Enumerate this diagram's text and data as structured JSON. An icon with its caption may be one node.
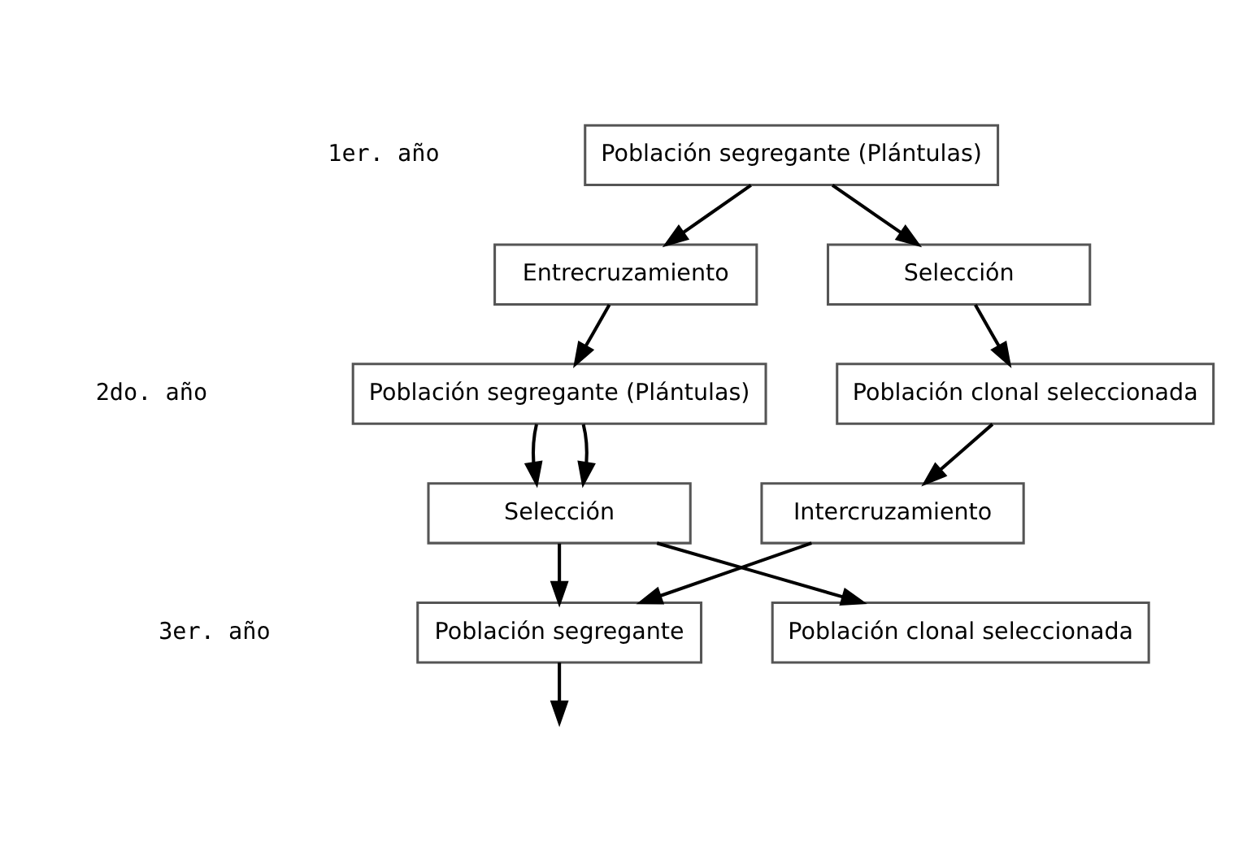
{
  "diagram": {
    "nodes": [
      {
        "text": [
          "Población segregante (Plántulas)"
        ]
      },
      {
        "text": [
          "Entrecruzamiento"
        ]
      },
      {
        "text": [
          "Selección"
        ]
      },
      {
        "text": [
          "Población segregante (Plántulas)"
        ]
      },
      {
        "text": [
          "Población clonal seleccionada"
        ]
      },
      {
        "text": [
          "Selección"
        ]
      },
      {
        "text": [
          "Intercruzamiento"
        ]
      },
      {
        "text": [
          "Población segregante"
        ]
      },
      {
        "text": [
          "Población clonal seleccionada"
        ]
      }
    ],
    "edges": [
      {
        "from": 0,
        "to": 1,
        "arrow": "to"
      },
      {
        "from": 0,
        "to": 2,
        "arrow": "to"
      },
      {
        "from": 1,
        "to": 3,
        "arrow": "to"
      },
      {
        "from": 2,
        "to": 4,
        "arrow": "to"
      },
      {
        "from": 3,
        "to": 5,
        "arrow": "to"
      },
      {
        "from": 3,
        "to": 5,
        "arrow": "to"
      },
      {
        "from": 4,
        "to": 6,
        "arrow": "to"
      },
      {
        "from": 5,
        "to": 7,
        "arrow": "to"
      },
      {
        "from": 5,
        "to": 8,
        "arrow": "to"
      },
      {
        "from": 6,
        "to": 7,
        "arrow": "to"
      },
      {
        "from": 7,
        "to": null,
        "arrow": "to"
      }
    ],
    "labels": [
      "1er. año",
      "2do. año",
      "3er. año"
    ]
  }
}
